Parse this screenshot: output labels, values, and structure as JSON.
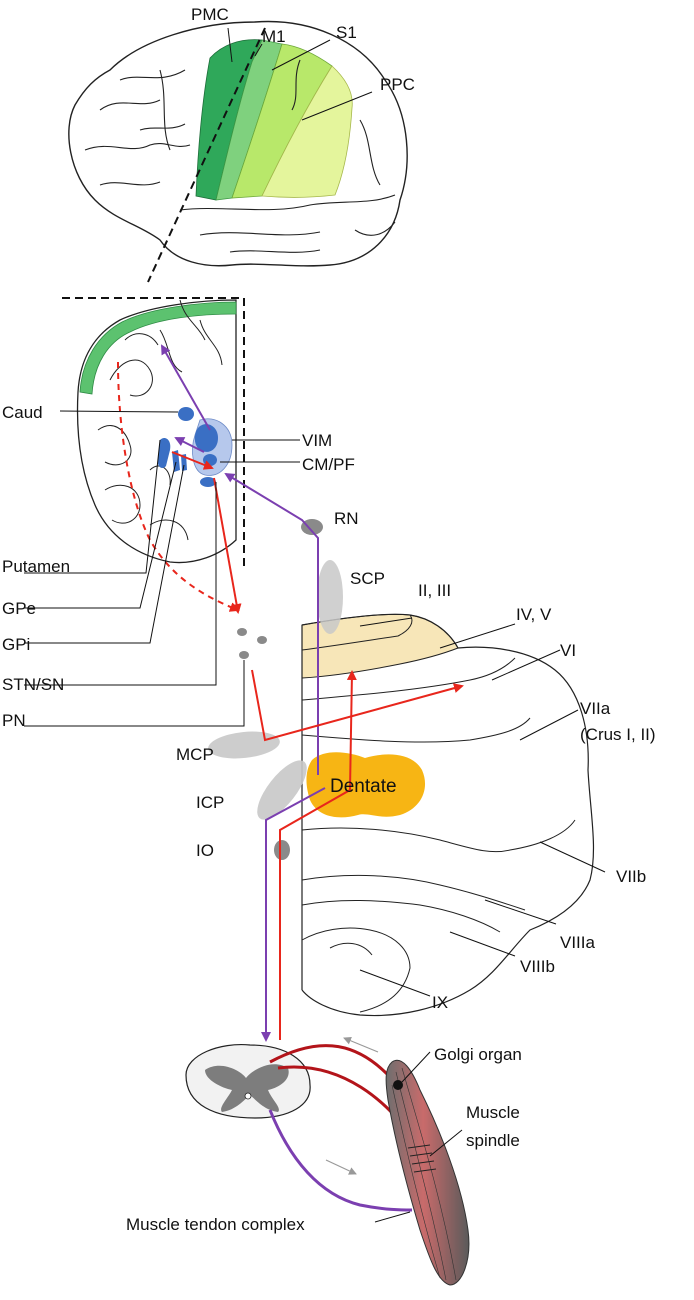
{
  "cortex_labels": {
    "pmc": "PMC",
    "m1": "M1",
    "s1": "S1",
    "ppc": "PPC"
  },
  "section_labels": {
    "caud": "Caud",
    "vim": "VIM",
    "cm_pf": "CM/PF",
    "rn": "RN",
    "putamen": "Putamen",
    "gpe": "GPe",
    "gpi": "GPi",
    "stn_sn": "STN/SN",
    "pn": "PN",
    "scp": "SCP",
    "mcp": "MCP",
    "icp": "ICP",
    "io": "IO"
  },
  "cerebellum_labels": {
    "ii_iii": "II, III",
    "iv_v": "IV, V",
    "vi": "VI",
    "viia": "VIIa",
    "crus": "(Crus I, II)",
    "dentate": "Dentate",
    "viib": "VIIb",
    "viiia": "VIIIa",
    "viiib": "VIIIb",
    "ix": "IX"
  },
  "periphery_labels": {
    "golgi": "Golgi organ",
    "muscle": "Muscle",
    "spindle": "spindle",
    "tendon": "Muscle tendon complex"
  },
  "colors": {
    "pmc_green": "#2fa85a",
    "m1_green": "#7fd17e",
    "s1_green": "#b8e86a",
    "ppc_yellow": "#e4f59c",
    "anterior_lobe": "#f7e6b8",
    "dentate": "#f7b514",
    "basal_ganglia_blue": "#3a6fc4",
    "thalamus_light_blue": "#b6c8ec",
    "pathway_red": "#e8261c",
    "pathway_purple": "#7b3fb0",
    "spinal_red": "#b3141a",
    "peduncle_gray": "#c8c8c8",
    "nucleus_gray": "#8a8a8a"
  }
}
